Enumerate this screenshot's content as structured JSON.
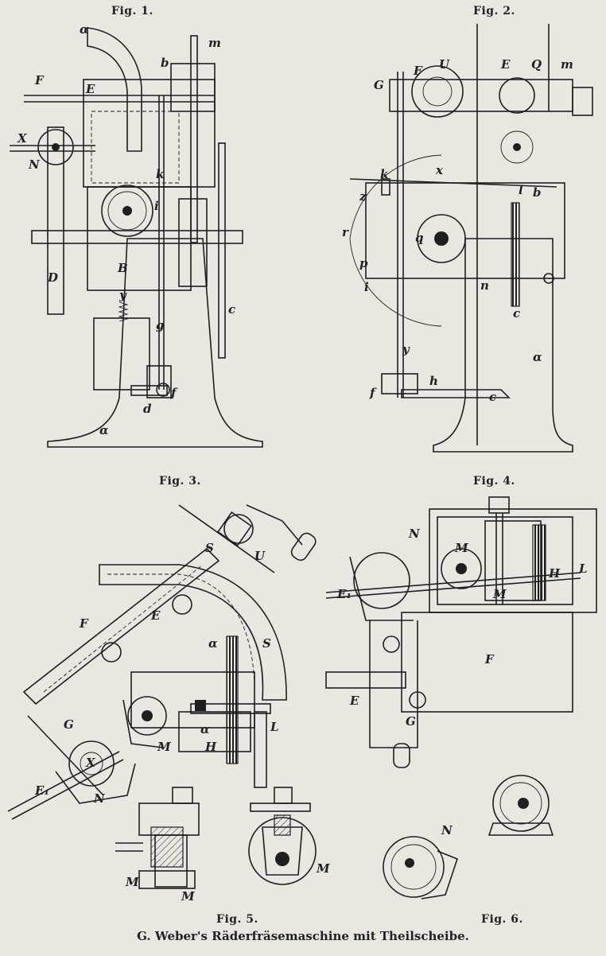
{
  "figures": [
    {
      "id": "fig1",
      "label": "Fig. 1."
    },
    {
      "id": "fig2",
      "label": "Fig. 2."
    },
    {
      "id": "fig3",
      "label": "Fig. 3."
    },
    {
      "id": "fig4",
      "label": "Fig. 4."
    },
    {
      "id": "fig5",
      "label": "Fig. 5."
    },
    {
      "id": "fig6",
      "label": "Fig. 6."
    }
  ],
  "caption": "G. Weber's Räderfräsemaschine mit Theilscheibe.",
  "letters": {
    "fig1": [
      "α",
      "F",
      "E",
      "b",
      "m",
      "X",
      "N",
      "k",
      "i",
      "B",
      "D",
      "y",
      "c",
      "g",
      "d",
      "f",
      "α"
    ],
    "fig2": [
      "G",
      "F",
      "U",
      "E",
      "Q",
      "m",
      "x",
      "k",
      "l",
      "b",
      "z",
      "r",
      "q",
      "p",
      "n",
      "i",
      "c",
      "y",
      "f",
      "c",
      "α",
      "h"
    ],
    "fig3": [
      "U",
      "S",
      "F",
      "E",
      "α",
      "G",
      "M",
      "X",
      "N",
      "E₁",
      "α",
      "L",
      "H",
      "S"
    ],
    "fig4": [
      "N",
      "M",
      "L",
      "E₁",
      "H",
      "M",
      "F",
      "E",
      "G"
    ],
    "fig5": [
      "M",
      "M",
      "M"
    ],
    "fig6": [
      "N"
    ]
  }
}
